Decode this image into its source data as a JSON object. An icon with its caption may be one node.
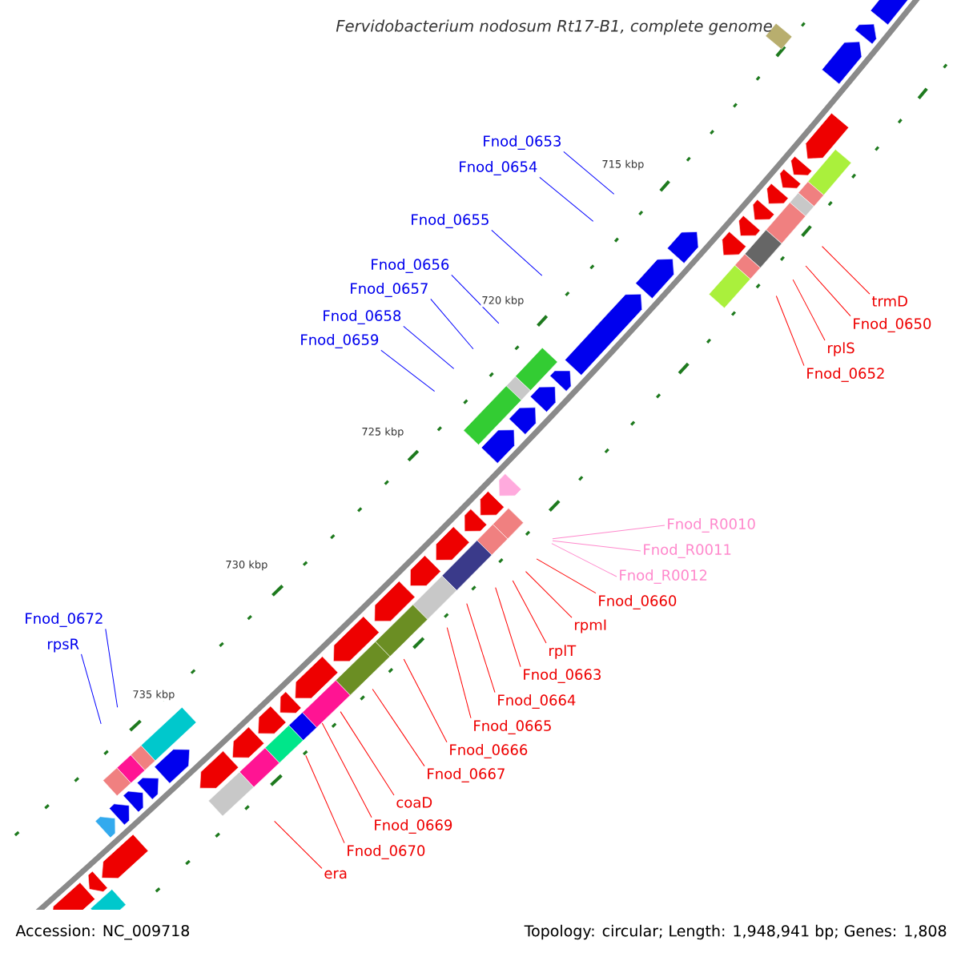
{
  "diagram": {
    "title": "Fervidobacterium nodosum Rt17-B1, complete genome",
    "nodes": [
      {
        "text": [
          "Fnod_0653"
        ]
      },
      {
        "text": [
          "Fnod_0654"
        ]
      },
      {
        "text": [
          "Fnod_0655"
        ]
      },
      {
        "text": [
          "Fnod_0656"
        ]
      },
      {
        "text": [
          "Fnod_0657"
        ]
      },
      {
        "text": [
          "Fnod_0658"
        ]
      },
      {
        "text": [
          "Fnod_0659"
        ]
      },
      {
        "text": [
          "trmD"
        ]
      },
      {
        "text": [
          "Fnod_0650"
        ]
      },
      {
        "text": [
          "rplS"
        ]
      },
      {
        "text": [
          "Fnod_0652"
        ]
      },
      {
        "text": [
          "Fnod_R0010"
        ]
      },
      {
        "text": [
          "Fnod_R0011"
        ]
      },
      {
        "text": [
          "Fnod_R0012"
        ]
      },
      {
        "text": [
          "Fnod_0660"
        ]
      },
      {
        "text": [
          "rpmI"
        ]
      },
      {
        "text": [
          "rplT"
        ]
      },
      {
        "text": [
          "Fnod_0663"
        ]
      },
      {
        "text": [
          "Fnod_0664"
        ]
      },
      {
        "text": [
          "Fnod_0665"
        ]
      },
      {
        "text": [
          "Fnod_0666"
        ]
      },
      {
        "text": [
          "Fnod_0667"
        ]
      },
      {
        "text": [
          "coaD"
        ]
      },
      {
        "text": [
          "Fnod_0669"
        ]
      },
      {
        "text": [
          "Fnod_0670"
        ]
      },
      {
        "text": [
          "era"
        ]
      },
      {
        "text": [
          "Fnod_0672"
        ]
      },
      {
        "text": [
          "rpsR"
        ]
      }
    ],
    "edges": [
      {
        "from": 0,
        "to": null,
        "arrow": "none",
        "color": "#0000ff"
      },
      {
        "from": 1,
        "to": null,
        "arrow": "none",
        "color": "#0000ff"
      },
      {
        "from": 2,
        "to": null,
        "arrow": "none",
        "color": "#0000ff"
      },
      {
        "from": 3,
        "to": null,
        "arrow": "none",
        "color": "#0000ff"
      },
      {
        "from": 4,
        "to": null,
        "arrow": "none",
        "color": "#0000ff"
      },
      {
        "from": 5,
        "to": null,
        "arrow": "none",
        "color": "#0000ff"
      },
      {
        "from": 6,
        "to": null,
        "arrow": "none",
        "color": "#0000ff"
      },
      {
        "from": 7,
        "to": null,
        "arrow": "none"
      },
      {
        "from": 8,
        "to": null,
        "arrow": "none"
      },
      {
        "from": 9,
        "to": null,
        "arrow": "none"
      },
      {
        "from": 10,
        "to": null,
        "arrow": "none"
      },
      {
        "from": 11,
        "to": null,
        "arrow": "none",
        "color": "#ff88cc"
      },
      {
        "from": 12,
        "to": null,
        "arrow": "none",
        "color": "#ff88cc"
      },
      {
        "from": 13,
        "to": null,
        "arrow": "none",
        "color": "#ff88cc"
      },
      {
        "from": 14,
        "to": null,
        "arrow": "none"
      },
      {
        "from": 15,
        "to": null,
        "arrow": "none"
      },
      {
        "from": 16,
        "to": null,
        "arrow": "none"
      },
      {
        "from": 17,
        "to": null,
        "arrow": "none"
      },
      {
        "from": 18,
        "to": null,
        "arrow": "none"
      },
      {
        "from": 19,
        "to": null,
        "arrow": "none"
      },
      {
        "from": 20,
        "to": null,
        "arrow": "none"
      },
      {
        "from": 21,
        "to": null,
        "arrow": "none"
      },
      {
        "from": 22,
        "to": null,
        "arrow": "none"
      },
      {
        "from": 23,
        "to": null,
        "arrow": "none"
      },
      {
        "from": 24,
        "to": null,
        "arrow": "none"
      },
      {
        "from": 25,
        "to": null,
        "arrow": "none"
      },
      {
        "from": 26,
        "to": null,
        "arrow": "none",
        "color": "#0000ff"
      },
      {
        "from": 27,
        "to": null,
        "arrow": "none",
        "color": "#0000ff"
      }
    ],
    "labels": [
      "715 kbp",
      "720 kbp",
      "725 kbp",
      "730 kbp",
      "735 kbp",
      "Accession: NC_009718",
      "Topology: circular; Length: 1,948,941 bp; Genes: 1,808"
    ]
  }
}
